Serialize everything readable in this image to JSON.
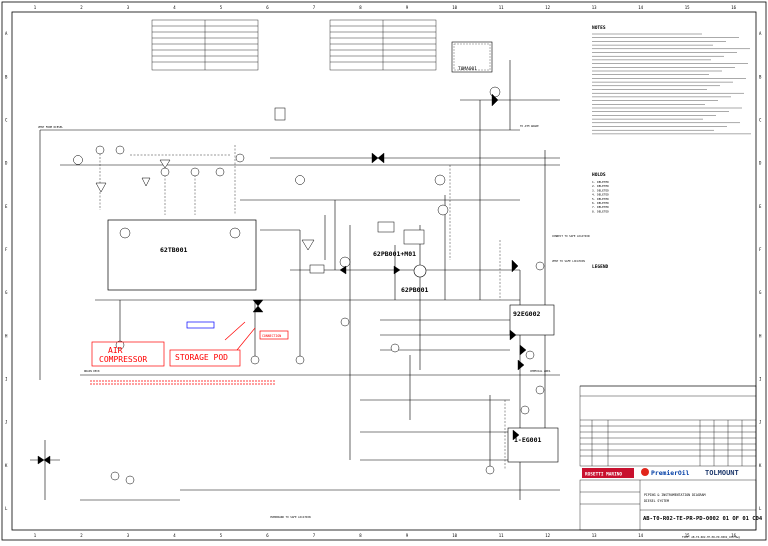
{
  "border": {
    "columns": [
      "1",
      "2",
      "3",
      "4",
      "5",
      "6",
      "7",
      "8",
      "9",
      "10",
      "11",
      "12",
      "13",
      "14",
      "15",
      "16"
    ],
    "rows": [
      "A",
      "B",
      "C",
      "D",
      "E",
      "F",
      "G",
      "H",
      "I",
      "J",
      "K",
      "L"
    ]
  },
  "equipment": {
    "tank_main": "62TB001",
    "pump_package": "62PB001+M01",
    "pump": "62PB001",
    "header_tank": "T0MA001",
    "vessel_1": "92EG002",
    "vessel_2": "1-EG001"
  },
  "callouts": {
    "air_compressor_line1": "AIR",
    "air_compressor_line2": "COMPRESSOR",
    "storage_pod": "STORAGE POD",
    "connection_note": "CONNECTION"
  },
  "titles": {
    "notes": "NOTES",
    "holds": "HOLDS",
    "legend": "LEGEND"
  },
  "holds_list": [
    "1. DELETED",
    "2. DELETED",
    "3. DELETED",
    "4. DELETED",
    "5. DELETED",
    "6. DELETED",
    "7. DELETED",
    "8. DELETED"
  ],
  "logos": {
    "company_1": "ROSETTI MARINO",
    "company_2": "PremierOil",
    "company_3": "TOLMOUNT"
  },
  "title_block": {
    "drawing_title_1": "PIPING & INSTRUMENTATION DIAGRAM",
    "drawing_title_2": "DIESEL SYSTEM",
    "drawing_number": "AB-T0-R02-TE-PR-PD-0002 01 OF 01 C04",
    "file_ref": "FILE: AB-T0-R02-TE-PR-PD-0002_C04.dwg"
  },
  "line_labels": {
    "vent_line": "VENT FROM DIESEL",
    "to_atm": "TO ATM GRADE",
    "to_safe_1": "CONNECT TO SAFE LOCATION",
    "to_safe_2": "VENT TO SAFE LOCATION",
    "drain_1": "DRAIN DECK",
    "drain_2": "CHEMICAL AREA",
    "overboard": "OVERBOARD TO SAFE LOCATION"
  },
  "colors": {
    "line": "#000000",
    "callout": "#ff0000",
    "tag_box": "#0000ff"
  }
}
